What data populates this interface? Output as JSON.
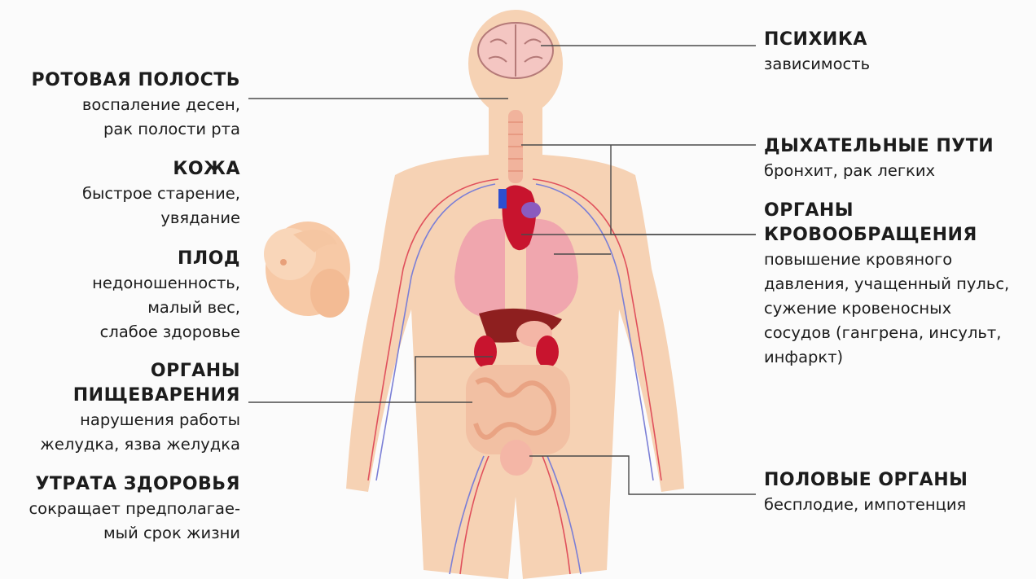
{
  "colors": {
    "background": "#fbfbfb",
    "skin": "#f6d2b4",
    "lungs": "#f0a6ae",
    "heart": "#c8142e",
    "vessels_red": "#e0505c",
    "vessels_blue": "#7b7fd6",
    "intestine": "#f2c0a3",
    "leader_line": "#4a4a4a"
  },
  "left_labels": [
    {
      "title": [
        "РОТОВАЯ ПОЛОСТЬ"
      ],
      "desc": [
        "воспаление десен,",
        "рак полости рта"
      ]
    },
    {
      "title": [
        "КОЖА"
      ],
      "desc": [
        "быстрое старение,",
        "увядание"
      ]
    },
    {
      "title": [
        "ПЛОД"
      ],
      "desc": [
        "недоношенность,",
        "малый вес,",
        "слабое здоровье"
      ]
    },
    {
      "title": [
        "ОРГАНЫ",
        "ПИЩЕВАРЕНИЯ"
      ],
      "desc": [
        "нарушения работы",
        "желудка, язва желудка"
      ]
    },
    {
      "title": [
        "УТРАТА ЗДОРОВЬЯ"
      ],
      "desc": [
        "сокращает предполагае-",
        "мый срок жизни"
      ]
    }
  ],
  "right_labels": [
    {
      "title": [
        "ПСИХИКА"
      ],
      "desc": [
        "зависимость"
      ]
    },
    {
      "title": [
        "ДЫХАТЕЛЬНЫЕ ПУТИ"
      ],
      "desc": [
        "бронхит, рак легких"
      ]
    },
    {
      "title": [
        "ОРГАНЫ",
        "КРОВООБРАЩЕНИЯ"
      ],
      "desc": [
        "повышение кровяного",
        "давления, учащенный пульс,",
        "сужение кровеносных",
        "сосудов (гангрена, инсульт,",
        "инфаркт)"
      ]
    },
    {
      "title": [
        "ПОЛОВЫЕ ОРГАНЫ"
      ],
      "desc": [
        "бесплодие, импотенция"
      ]
    }
  ],
  "figure_parts": [
    "brain",
    "trachea",
    "heart",
    "lungs",
    "liver",
    "kidneys",
    "intestines",
    "bladder",
    "blood-vessels",
    "fetus"
  ]
}
